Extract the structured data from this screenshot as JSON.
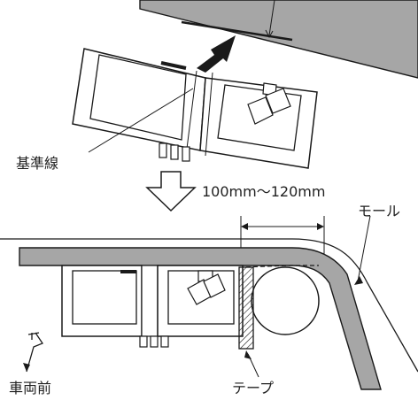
{
  "labels": {
    "reference_line": "基準線",
    "dimension": "100mm～120mm",
    "molding": "モール",
    "tape": "テープ",
    "vehicle_front": "車両前"
  },
  "colors": {
    "line": "#1a1a1a",
    "panel_fill": "#a6a6a6",
    "background": "#ffffff"
  }
}
